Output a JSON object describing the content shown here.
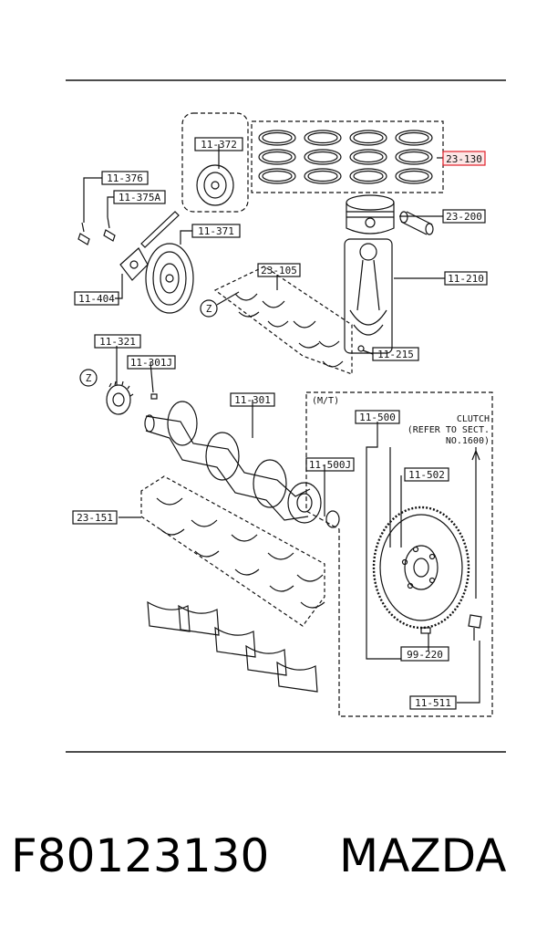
{
  "diagram": {
    "callouts": {
      "c_11_372": "11-372",
      "c_23_130": "23-130",
      "c_11_376": "11-376",
      "c_11_375a": "11-375A",
      "c_11_371": "11-371",
      "c_23_200": "23-200",
      "c_23_105": "23-105",
      "c_11_210": "11-210",
      "c_11_404": "11-404",
      "c_11_215": "11-215",
      "c_11_321": "11-321",
      "c_11_301j": "11-301J",
      "c_11_301": "11-301",
      "c_11_500": "11-500",
      "c_11_500j": "11-500J",
      "c_11_502": "11-502",
      "c_23_151": "23-151",
      "c_99_220": "99-220",
      "c_11_511": "11-511"
    },
    "ref_mark": "Z",
    "variant_label": "(M/T)",
    "clutch_note": [
      "CLUTCH",
      "(REFER TO SECT.",
      "NO.1600)"
    ],
    "highlight_color": "#e0202a"
  },
  "caption": {
    "part_number": "F80123130",
    "brand": "MAZDA"
  }
}
